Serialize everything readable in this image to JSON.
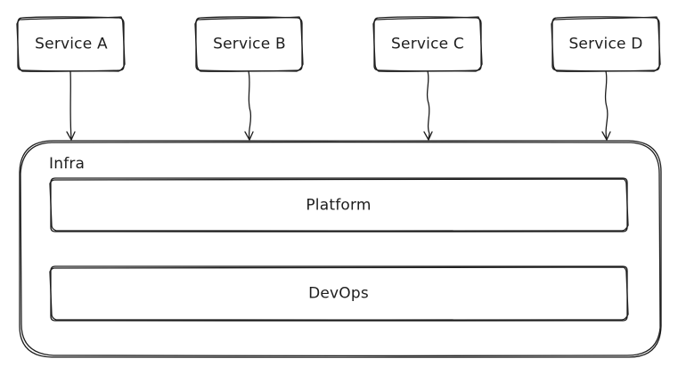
{
  "diagram": {
    "services": [
      {
        "label": "Service A"
      },
      {
        "label": "Service B"
      },
      {
        "label": "Service C"
      },
      {
        "label": "Service D"
      }
    ],
    "infra": {
      "label": "Infra",
      "layers": [
        {
          "label": "Platform"
        },
        {
          "label": "DevOps"
        }
      ]
    }
  }
}
